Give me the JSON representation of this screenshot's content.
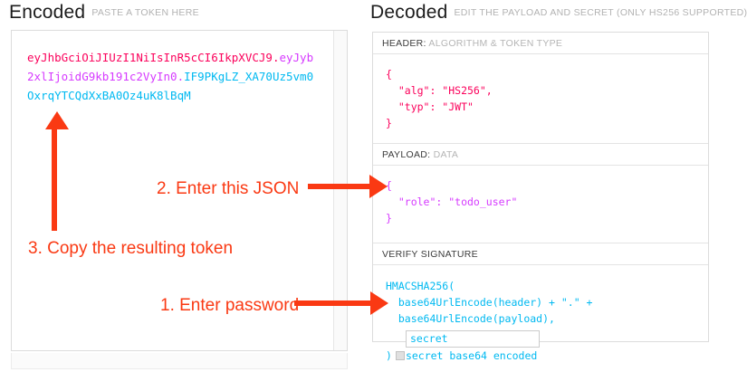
{
  "encoded": {
    "title": "Encoded",
    "subtitle": "PASTE A TOKEN HERE",
    "token": {
      "header": "eyJhbGciOiJIUzI1NiIsInR5cCI6IkpXVCJ9",
      "dot1": ".",
      "payload": "eyJyb2xlIjoidG9kb191c2VyIn0",
      "dot2": ".",
      "signature": "IF9PKgLZ_XA70Uz5vm0OxrqYTCQdXxBA0Oz4uK8lBqM"
    },
    "colors": {
      "header": "#fb015b",
      "payload": "#d63aff",
      "signature": "#00b9f1"
    }
  },
  "decoded": {
    "title": "Decoded",
    "subtitle": "EDIT THE PAYLOAD AND SECRET (ONLY HS256 SUPPORTED)",
    "sections": {
      "header": {
        "label_key": "HEADER:",
        "label_value": "ALGORITHM & TOKEN TYPE",
        "body": "{\n  \"alg\": \"HS256\",\n  \"typ\": \"JWT\"\n}"
      },
      "payload": {
        "label_key": "PAYLOAD:",
        "label_value": "DATA",
        "body": "{\n  \"role\": \"todo_user\"\n}"
      },
      "signature": {
        "label_key": "VERIFY SIGNATURE",
        "label_value": "",
        "line1": "HMACSHA256(",
        "line2": "  base64UrlEncode(header) + \".\" +",
        "line3": "  base64UrlEncode(payload),",
        "secret_value": "secret",
        "closing_paren": ")",
        "base64_label": "secret base64 encoded"
      }
    }
  },
  "annotations": {
    "color": "#fa3913",
    "step1": "1. Enter password",
    "step2": "2. Enter this JSON",
    "step3": "3. Copy the resulting token"
  }
}
